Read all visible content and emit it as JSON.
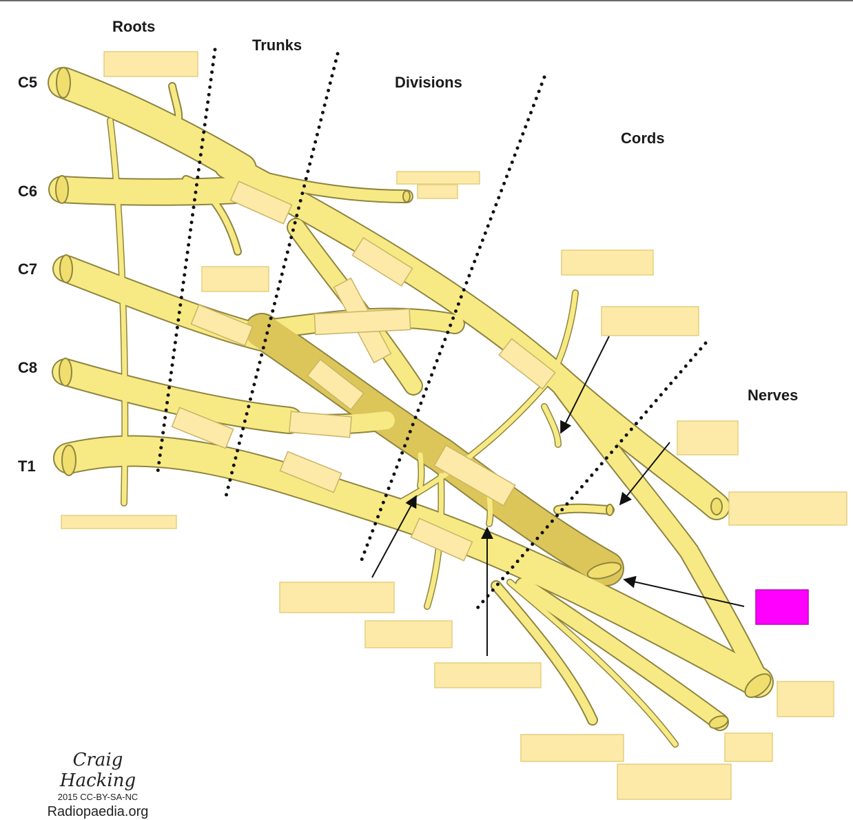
{
  "headings": {
    "roots": "Roots",
    "trunks": "Trunks",
    "divisions": "Divisions",
    "cords": "Cords",
    "nerves": "Nerves"
  },
  "root_labels": [
    "C5",
    "C6",
    "C7",
    "C8",
    "T1"
  ],
  "credit": {
    "author": "Craig Hacking",
    "license": "2015 CC-BY-SA-NC",
    "site": "Radiopaedia.org"
  },
  "colors": {
    "nerve_fill": "#f7ea84",
    "nerve_shadow": "#dcc65a",
    "nerve_outline": "#8e8440",
    "label_box": "#fde9a8",
    "label_box_border": "#e3cf7e",
    "highlight_box": "#ff00ff",
    "dotted_line": "#111111",
    "arrow": "#111111"
  },
  "icons": {
    "pointer_arrow": "arrow-icon",
    "answer_box": "label-box"
  }
}
